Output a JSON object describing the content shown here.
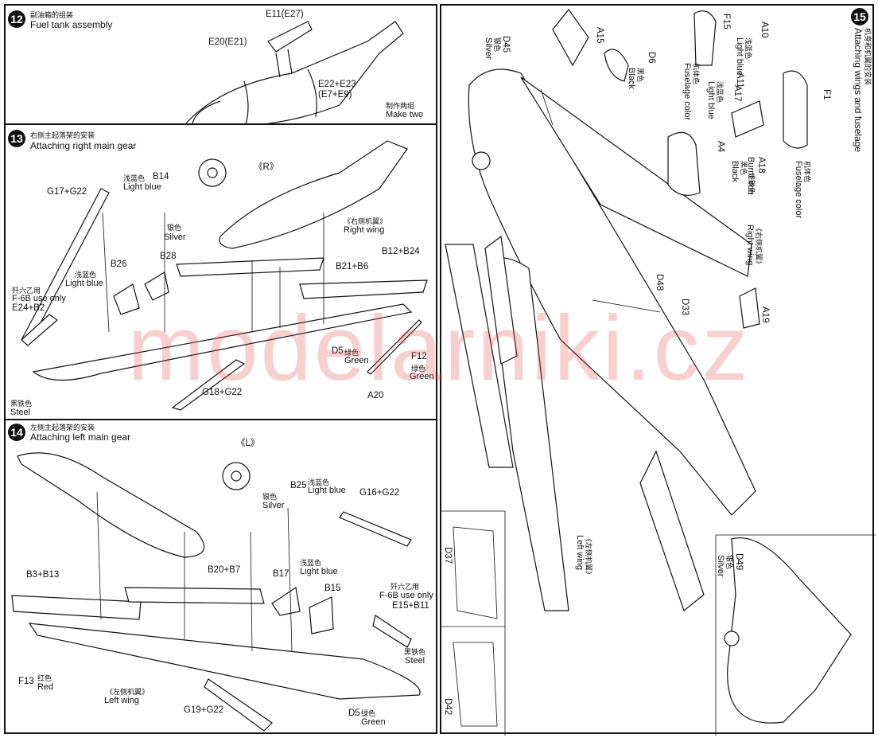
{
  "watermark": "modelarniki.cz",
  "step12": {
    "num": "12",
    "title_zh": "副油箱的组装",
    "title_en": "Fuel tank assembly",
    "parts": {
      "p1": "E11(E27)",
      "p2": "E20(E21)",
      "p3": "E22+E23",
      "p3b": "(E7+E9)"
    },
    "note_zh": "制作两组",
    "note_en": "Make two"
  },
  "step13": {
    "num": "13",
    "title_zh": "右侧主起落架的安装",
    "title_en": "Attaching right main gear",
    "labels": {
      "r_mark": "《R》",
      "b14": "B14",
      "lb_zh": "浅蓝色",
      "lb_en": "Light blue",
      "silver_zh": "银色",
      "silver_en": "Silver",
      "g17": "G17+G22",
      "b26": "B26",
      "b28": "B28",
      "lb2_zh": "浅蓝色",
      "lb2_en": "Light blue",
      "f6b_zh": "歼六乙用",
      "f6b_en": "F-6B use only",
      "e24": "E24+B2",
      "steel_zh": "黑铁色",
      "steel_en": "Steel",
      "g18": "G18+G22",
      "b21": "B21+B6",
      "b12": "B12+B24",
      "rw_zh": "《右侧机翼》",
      "rw_en": "Right wing",
      "d5": "D5",
      "green_zh": "绿色",
      "green_en": "Green",
      "f12": "F12",
      "green2_zh": "绿色",
      "green2_en": "Green",
      "a20": "A20"
    }
  },
  "step14": {
    "num": "14",
    "title_zh": "左侧主起落架的安装",
    "title_en": "Attaching left main gear",
    "labels": {
      "l_mark": "《L》",
      "silver_zh": "银色",
      "silver_en": "Silver",
      "b25": "B25",
      "lb_zh": "浅蓝色",
      "lb_en": "Light blue",
      "g16": "G16+G22",
      "b3": "B3+B13",
      "b20": "B20+B7",
      "b17": "B17",
      "lb2_zh": "浅蓝色",
      "lb2_en": "Light blue",
      "b15": "B15",
      "f6b_zh": "歼六乙用",
      "f6b_en": "F-6B use only",
      "e15": "E15+B11",
      "steel_zh": "黑铁色",
      "steel_en": "Steel",
      "f13": "F13",
      "red_zh": "红色",
      "red_en": "Red",
      "lw_zh": "《左侧机翼》",
      "lw_en": "Left wing",
      "g19": "G19+G22",
      "d5": "D5",
      "green_zh": "绿色",
      "green_en": "Green"
    }
  },
  "step15": {
    "num": "15",
    "title_zh": "机身和机翼的安装",
    "title_en": "Attaching wings and fuselage",
    "labels": {
      "a15": "A15",
      "d45": "D45",
      "silver_zh": "银色",
      "silver_en": "Silver",
      "d6": "D6",
      "black_zh": "黑色",
      "black_en": "Black",
      "f15": "F15",
      "fc_zh": "机体色",
      "fc_en": "Fuselage color",
      "a10": "A10",
      "lb_zh": "浅蓝色",
      "lb_en": "Light blue",
      "a11": "A11",
      "lb2_zh": "浅蓝色",
      "lb2_en": "Light blue",
      "a17": "A17",
      "f1": "F1",
      "fc2_zh": "机体色",
      "fc2_en": "Fuselage color",
      "a4": "A4",
      "black2_zh": "黑色",
      "black2_en": "Black",
      "a18": "A18",
      "bi_zh": "烧铁色",
      "bi_en": "Burnt iron",
      "rw_zh": "《右侧机翼》",
      "rw_en": "Right wing",
      "d48": "D48",
      "d33": "D33",
      "a19": "A19",
      "lw_zh": "《左侧机翼》",
      "lw_en": "Left wing",
      "d37": "D37",
      "d42": "D42",
      "d49": "D49",
      "silver2_zh": "银色",
      "silver2_en": "Silver"
    }
  }
}
